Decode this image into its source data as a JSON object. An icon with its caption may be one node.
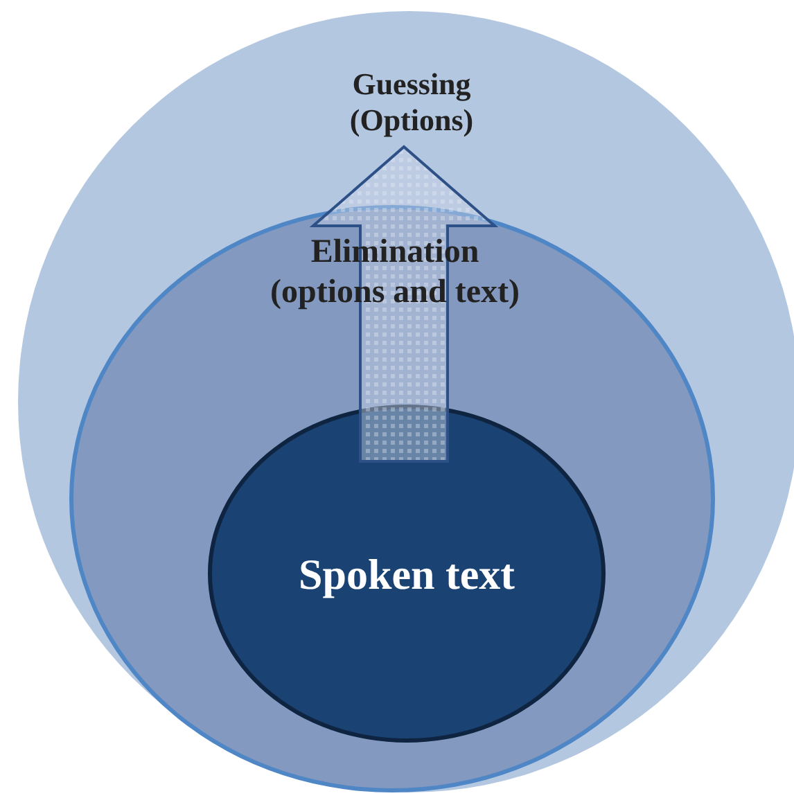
{
  "diagram": {
    "nodes": [
      {
        "text": [
          "Guessing (Options)"
        ]
      },
      {
        "text": [
          "Elimination (options and text)"
        ],
        "in": 0
      },
      {
        "text": [
          "Spoken text"
        ],
        "in": 1
      }
    ],
    "edges": [
      {
        "from": 2,
        "to": 0,
        "arrow": "to",
        "style": "thick"
      }
    ]
  }
}
